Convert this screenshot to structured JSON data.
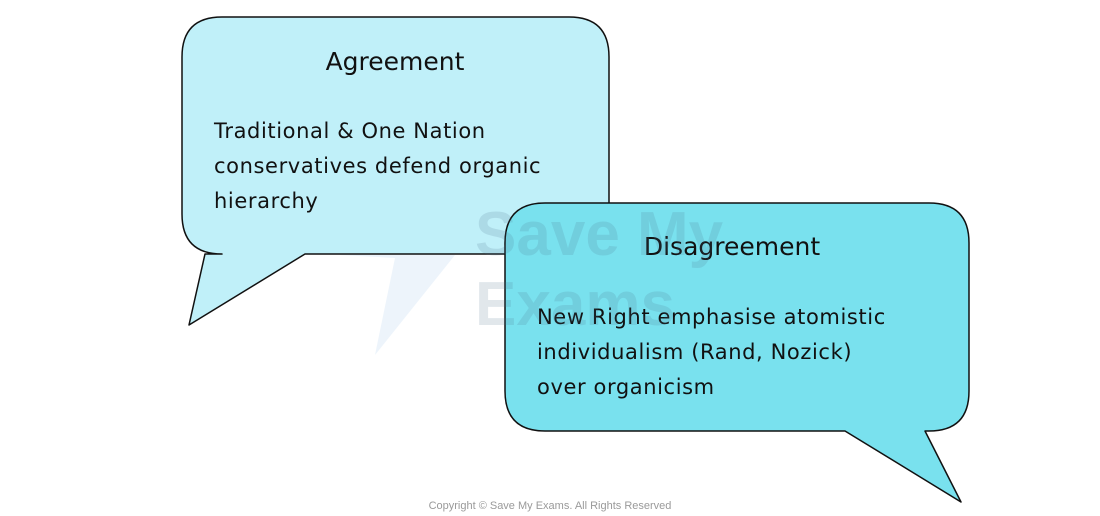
{
  "agreement": {
    "title": "Agreement",
    "lines": [
      "Traditional & One Nation",
      "conservatives defend organic",
      "hierarchy"
    ],
    "color": "#c0f0f9"
  },
  "disagreement": {
    "title": "Disagreement",
    "lines": [
      "New Right emphasise atomistic",
      "individualism (Rand, Nozick)",
      "over organicism"
    ],
    "color": "#79e1ee"
  },
  "watermark": [
    "Save My",
    "Exams"
  ],
  "copyright": "Copyright © Save My Exams. All Rights Reserved"
}
